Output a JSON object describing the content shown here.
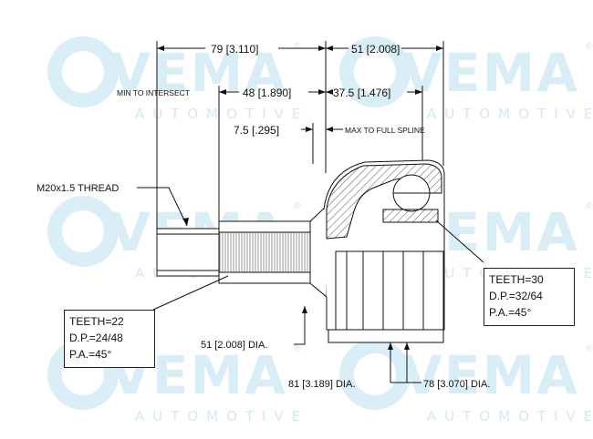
{
  "watermark": {
    "brand": "VEMA",
    "sub": "AUTOMOTIVE",
    "reg": "®"
  },
  "dimensions": {
    "overall_outer": "79 [3.110]",
    "cup_length": "51 [2.008]",
    "min_to_intersect_label": "MIN TO INTERSECT",
    "min_to_intersect": "48 [1.890]",
    "inner_offset": "37.5 [1.476]",
    "spline_offset": "7.5 [.295]",
    "max_to_full_spline": "MAX TO FULL SPLINE",
    "thread": "M20x1.5 THREAD",
    "dia_51": "51 [2.008] DIA.",
    "dia_81": "81 [3.189] DIA.",
    "dia_78": "78 [3.070] DIA."
  },
  "spec_outer": {
    "teeth": "TEETH=22",
    "dp": "D.P.=24/48",
    "pa": "P.A.=45°"
  },
  "spec_inner": {
    "teeth": "TEETH=30",
    "dp": "D.P.=32/64",
    "pa": "P.A.=45°"
  }
}
